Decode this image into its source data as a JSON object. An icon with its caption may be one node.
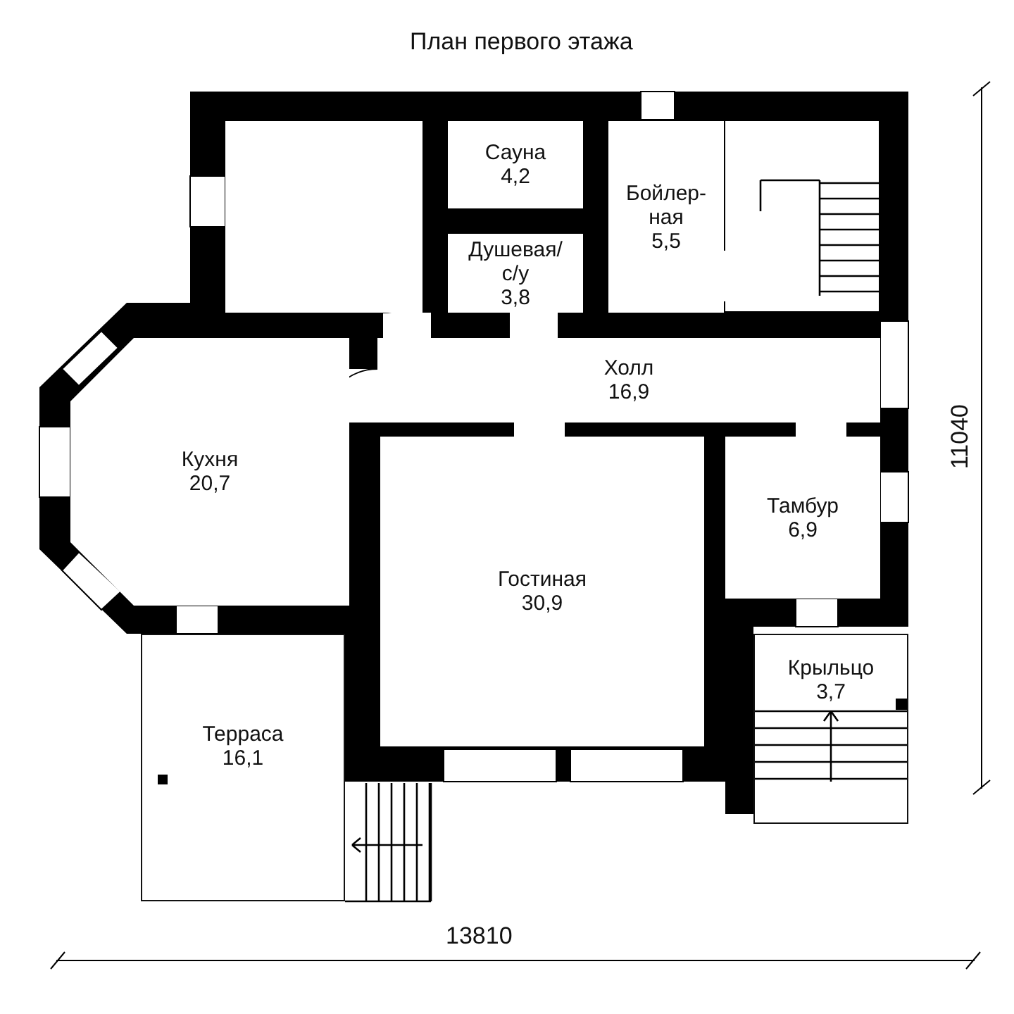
{
  "diagram": {
    "title": "План первого этажа",
    "nodes": [
      {
        "text": [],
        "shape": "box"
      },
      {
        "text": [
          "Сауна",
          "4,2"
        ]
      },
      {
        "text": [
          "Душевая/ с/у",
          "3,8"
        ]
      },
      {
        "text": [
          "Бойлер- ная",
          "5,5"
        ]
      },
      {
        "text": [
          "Холл",
          "16,9"
        ]
      },
      {
        "text": [
          "Кухня",
          "20,7"
        ]
      },
      {
        "text": [
          "Гостиная",
          "30,9"
        ]
      },
      {
        "text": [
          "Тамбур",
          "6,9"
        ]
      },
      {
        "text": [
          "Терраса",
          "16,1"
        ]
      },
      {
        "text": [
          "Крыльцо",
          "3,7"
        ]
      }
    ],
    "edges": [],
    "labels": [
      "11040",
      "13810"
    ]
  }
}
